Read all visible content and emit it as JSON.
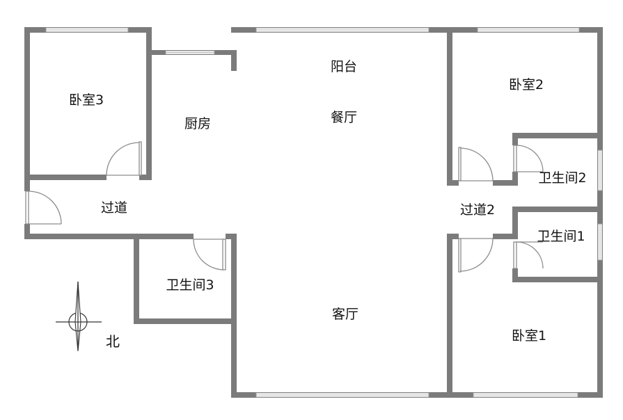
{
  "colors": {
    "wall": "#7b7b7b",
    "background": "#ffffff",
    "door": "#8c8c8c",
    "window": "#9a9a9a",
    "text": "#111111"
  },
  "rooms": {
    "balcony": "阳台",
    "dining": "餐厅",
    "kitchen": "厨房",
    "bedroom3": "卧室3",
    "bedroom2": "卧室2",
    "bedroom1": "卧室1",
    "hallway": "过道",
    "hallway2": "过道2",
    "bathroom1": "卫生间1",
    "bathroom2": "卫生间2",
    "bathroom3": "卫生间3",
    "living": "客厅"
  },
  "compass": {
    "label": "北",
    "icon": "north-arrow-icon"
  }
}
